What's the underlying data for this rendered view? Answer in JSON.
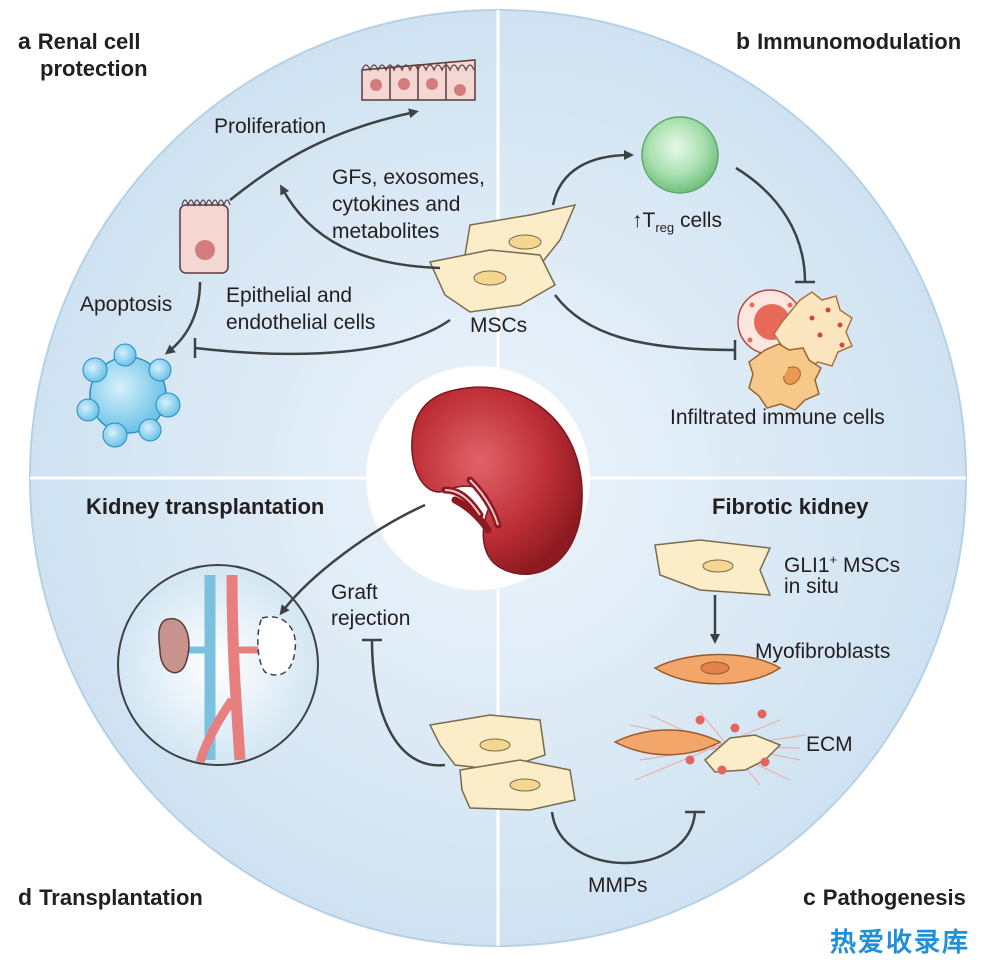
{
  "panels": {
    "a": {
      "letter": "a",
      "title_line1": "Renal cell",
      "title_line2": "protection"
    },
    "b": {
      "letter": "b",
      "title": "Immunomodulation"
    },
    "c": {
      "letter": "c",
      "title": "Pathogenesis"
    },
    "d": {
      "letter": "d",
      "title": "Transplantation"
    }
  },
  "labels": {
    "proliferation": "Proliferation",
    "gfs_line1": "GFs, exosomes,",
    "gfs_line2": "cytokines and",
    "gfs_line3": "metabolites",
    "epithelial_line1": "Epithelial and",
    "epithelial_line2": "endothelial cells",
    "apoptosis": "Apoptosis",
    "mscs": "MSCs",
    "treg_arrow": "↑",
    "treg_T": "T",
    "treg_sub": "reg",
    "treg_cells": " cells",
    "infiltrated": "Infiltrated immune cells",
    "kidney_transplantation": "Kidney transplantation",
    "graft_line1": "Graft",
    "graft_line2": "rejection",
    "fibrotic_kidney": "Fibrotic kidney",
    "gli1": "GLI1",
    "gli1_sup": "+",
    "gli1_rest": " MSCs",
    "in_situ": "in situ",
    "myofibroblasts": "Myofibroblasts",
    "ecm": "ECM",
    "mmps": "MMPs"
  },
  "watermark": "热爱收录库",
  "colors": {
    "circle_fill": "#d6e7f4",
    "circle_stroke": "#b6d0e6",
    "divider": "#ffffff",
    "msc_fill": "#fbedc8",
    "msc_stroke": "#7a6a50",
    "kidney_red": "#b5232b",
    "arrow": "#3d4246",
    "treg_green": "#9fdca8",
    "myofibroblast": "#f2a66a",
    "watermark": "#1e8fd8"
  }
}
